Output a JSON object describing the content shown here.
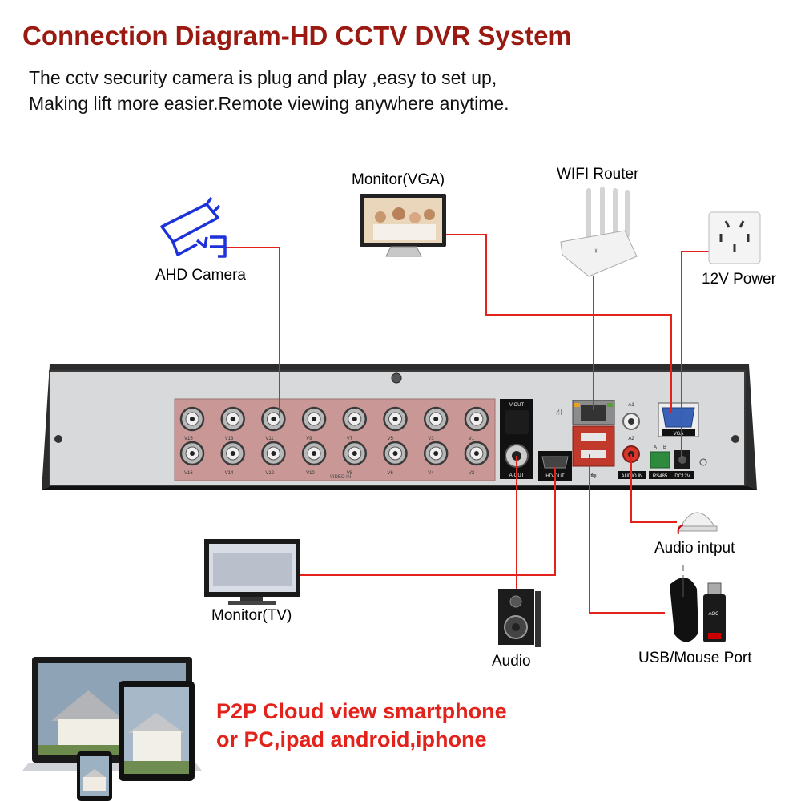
{
  "header": {
    "title": "Connection Diagram-HD CCTV DVR System",
    "subtitle_line1": "The cctv  security camera  is plug and play ,easy to set up,",
    "subtitle_line2": "Making lift more easier.Remote viewing anywhere anytime."
  },
  "devices": {
    "ahd_camera": "AHD Camera",
    "monitor_vga": "Monitor(VGA)",
    "wifi_router": "WIFI Router",
    "power": "12V Power",
    "audio_input": "Audio intput",
    "usb_mouse": "USB/Mouse Port",
    "audio": "Audio",
    "monitor_tv": "Monitor(TV)"
  },
  "dvr_panel": {
    "video_top_row": [
      "V15",
      "V13",
      "V11",
      "V9",
      "V7",
      "V5",
      "V3",
      "V1"
    ],
    "video_bottom_row": [
      "V16",
      "V14",
      "V12",
      "V10",
      "V8",
      "V6",
      "V4",
      "V2"
    ],
    "video_in": "VIDEO IN",
    "v_out": "V-OUT",
    "a_out": "A-OUT",
    "hd_out": "HD-OUT",
    "audio_in": "AUDIO IN",
    "a1": "A1",
    "a2": "A2",
    "a_terminal": "A",
    "b_terminal": "B",
    "vga": "VGA",
    "rs485": "RS485",
    "dc12v": "DC12V",
    "router_brand": "Ⓡ",
    "mouse_brand": "AOC"
  },
  "promo": {
    "line1": "P2P Cloud view smartphone",
    "line2": "or PC,ipad android,iphone"
  },
  "colors": {
    "title": "#9a1a12",
    "connector_line": "#e3221b",
    "promo_text": "#e3221b",
    "camera_icon": "#1d32d8",
    "video_panel": "#c99896"
  }
}
